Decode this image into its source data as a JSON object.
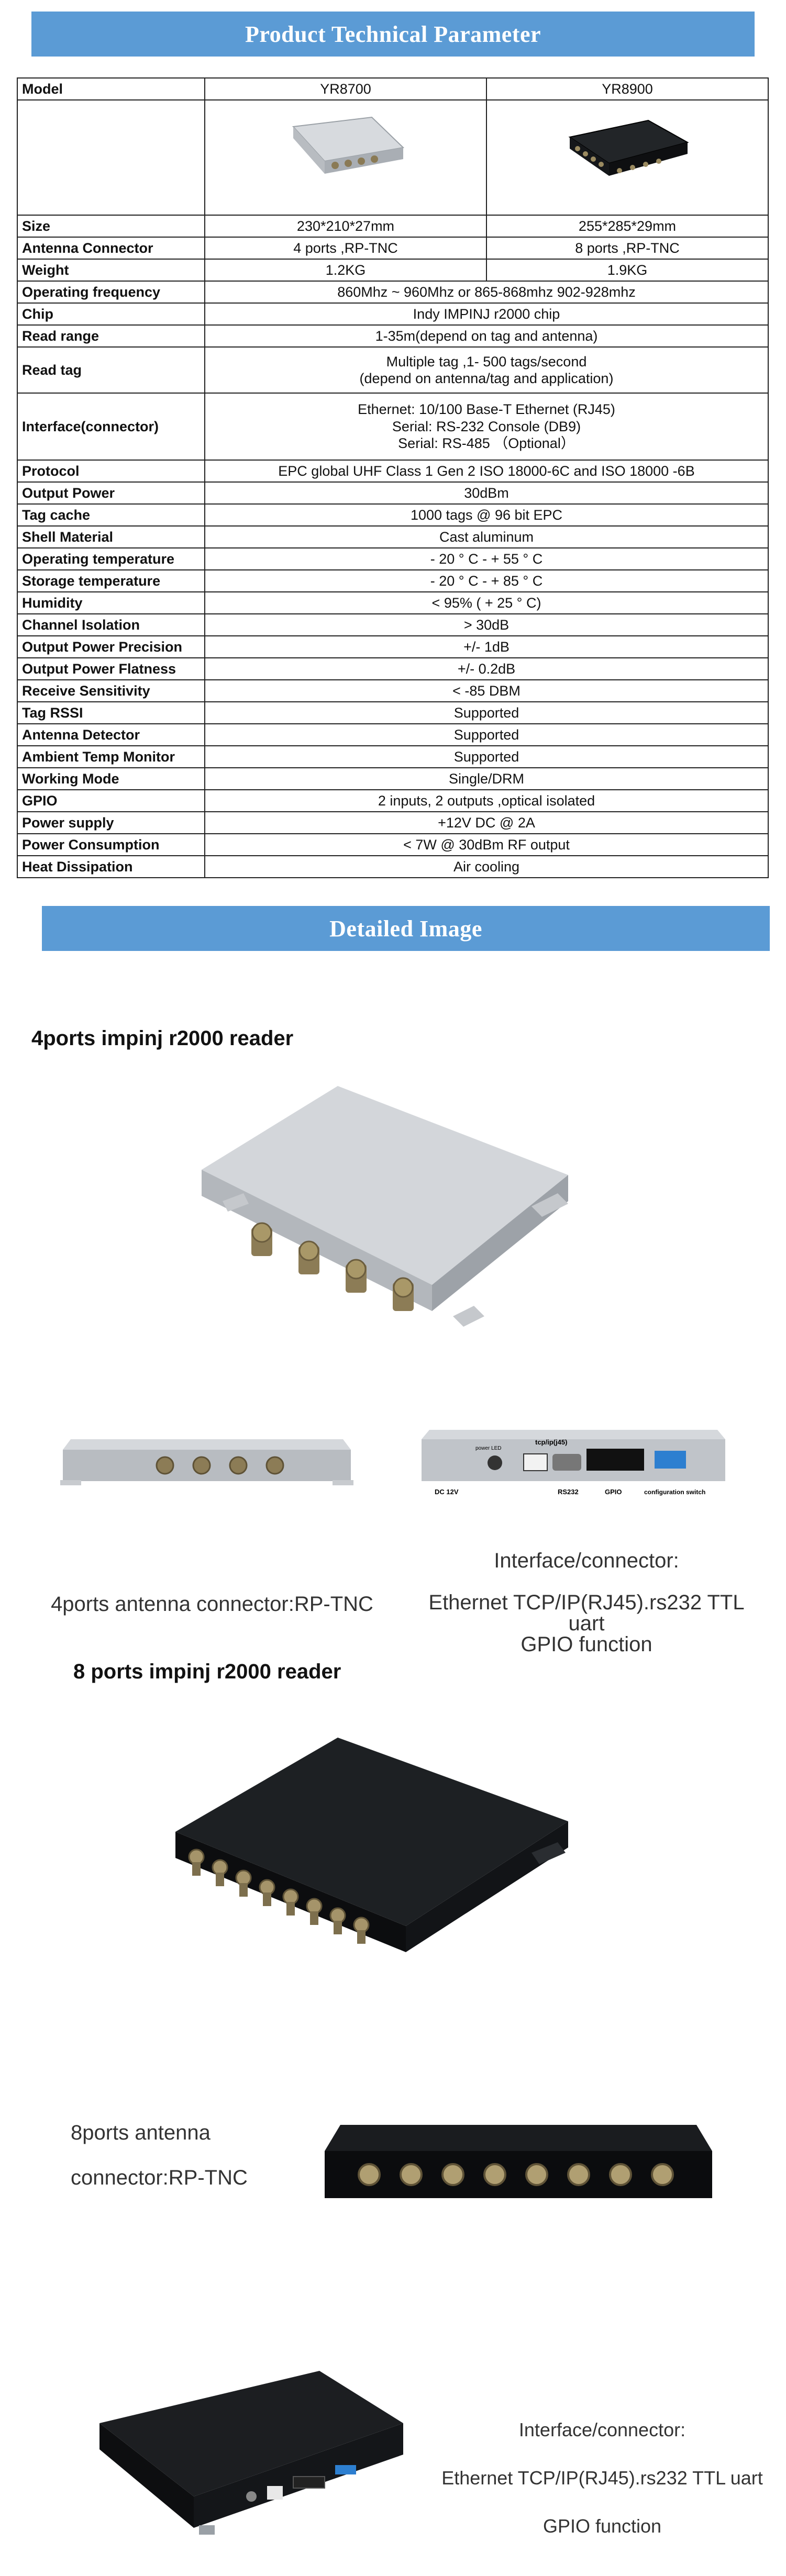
{
  "banners": {
    "top": "Product Technical Parameter",
    "detail": "Detailed Image"
  },
  "table": {
    "header": {
      "label": "Model",
      "col1": "YR8700",
      "col2": "YR8900"
    },
    "rows": [
      {
        "label": "Size",
        "col1": "230*210*27mm",
        "col2": "255*285*29mm"
      },
      {
        "label": "Antenna Connector",
        "col1": "4 ports ,RP-TNC",
        "col2": "8 ports ,RP-TNC"
      },
      {
        "label": "Weight",
        "col1": "1.2KG",
        "col2": "1.9KG"
      },
      {
        "label": "Operating frequency",
        "value": "860Mhz ~ 960Mhz or 865-868mhz 902-928mhz"
      },
      {
        "label": "Chip",
        "value": "Indy IMPINJ r2000 chip"
      },
      {
        "label": "Read range",
        "value": "1-35m(depend on tag and antenna)"
      },
      {
        "label": "Read tag",
        "lines": [
          "Multiple tag ,1- 500 tags/second",
          "(depend on antenna/tag and application)"
        ]
      },
      {
        "label": "Interface(connector)",
        "lines": [
          "Ethernet: 10/100 Base-T Ethernet (RJ45)",
          "Serial: RS-232 Console (DB9)",
          "Serial: RS-485 （Optional）"
        ]
      },
      {
        "label": "Protocol",
        "value": "EPC global UHF Class 1 Gen 2 ISO 18000-6C and ISO 18000 -6B"
      },
      {
        "label": "Output Power",
        "value": "30dBm"
      },
      {
        "label": "Tag cache",
        "value": "1000 tags @ 96 bit EPC"
      },
      {
        "label": "Shell Material",
        "value": "Cast aluminum"
      },
      {
        "label": "Operating temperature",
        "value": "- 20 ° C   -   + 55   ° C"
      },
      {
        "label": "Storage temperature",
        "value": "- 20 ° C   -   + 85   ° C"
      },
      {
        "label": "Humidity",
        "value": "< 95% ( + 25 ° C)"
      },
      {
        "label": "Channel Isolation",
        "value": "> 30dB"
      },
      {
        "label": "Output Power Precision",
        "value": "+/- 1dB"
      },
      {
        "label": "Output Power Flatness",
        "value": "+/- 0.2dB"
      },
      {
        "label": "Receive Sensitivity",
        "value": "< -85 DBM"
      },
      {
        "label": "Tag RSSI",
        "value": "Supported"
      },
      {
        "label": "Antenna Detector",
        "value": "Supported"
      },
      {
        "label": "Ambient Temp Monitor",
        "value": "Supported"
      },
      {
        "label": "Working Mode",
        "value": "Single/DRM"
      },
      {
        "label": "GPIO",
        "value": "2 inputs, 2 outputs ,optical isolated"
      },
      {
        "label": "Power supply",
        "value": "+12V DC @ 2A"
      },
      {
        "label": "Power Consumption",
        "value": "< 7W @ 30dBm RF output"
      },
      {
        "label": "Heat Dissipation",
        "value": "Air cooling"
      }
    ]
  },
  "detail": {
    "heading4": "4ports impinj r2000 reader",
    "heading8": "8 ports impinj r2000 reader",
    "caption_4ports": "4ports antenna connector:RP-TNC",
    "caption_interface_lines": [
      "Interface/connector:",
      "Ethernet TCP/IP(RJ45).rs232 TTL uart",
      "GPIO function"
    ],
    "caption_8ports_lines": [
      "8ports antenna",
      "connector:RP-TNC"
    ],
    "caption_interface2_lines": [
      "Interface/connector:",
      "Ethernet TCP/IP(RJ45).rs232 TTL uart",
      "GPIO function"
    ],
    "port_labels": [
      "DC 12V",
      "RS232",
      "GPIO",
      "configuration switch",
      "tcp/ip(j45)",
      "power LED"
    ]
  },
  "colors": {
    "banner": "#5b9bd5",
    "silver_device": "#c9ccd1",
    "black_device": "#17191c"
  }
}
